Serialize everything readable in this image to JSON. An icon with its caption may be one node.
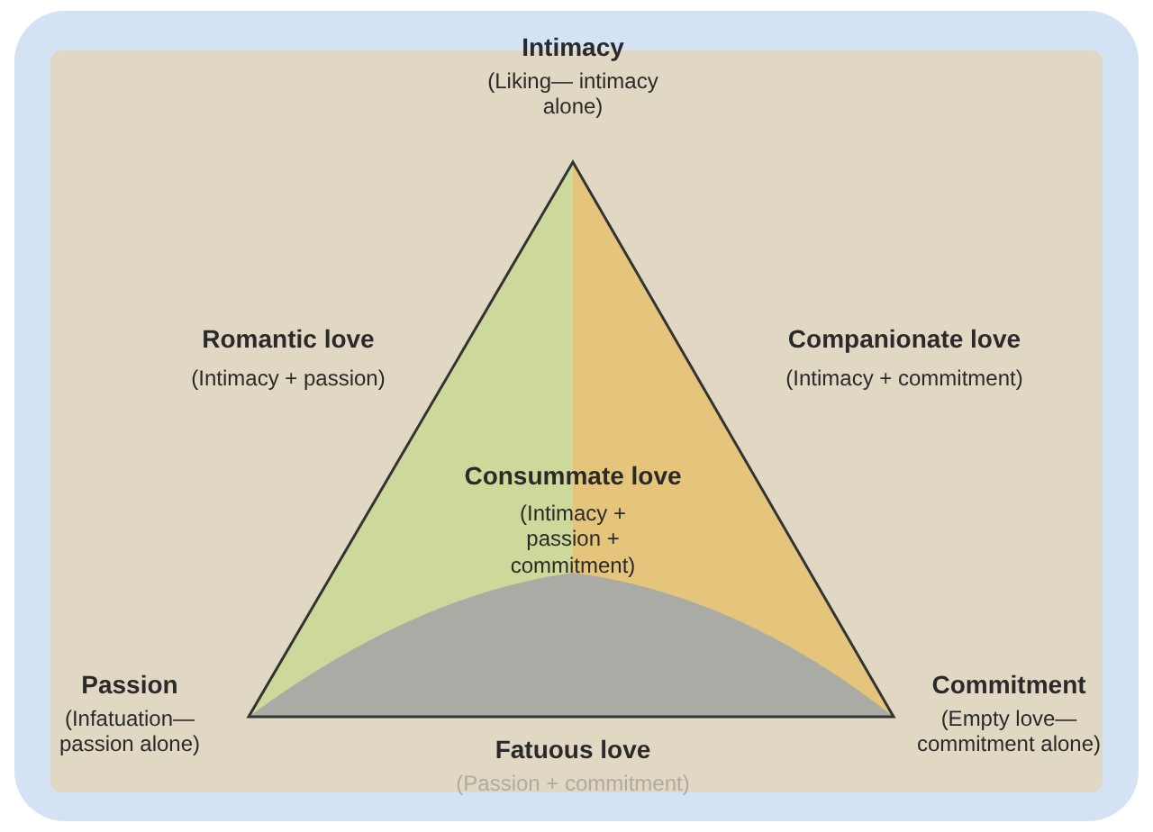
{
  "diagram": {
    "labels": [
      "Intimacy",
      "(Liking— intimacy alone)",
      "Romantic love",
      "(Intimacy + passion)",
      "Companionate love",
      "(Intimacy + commitment)",
      "Consummate love",
      "(Intimacy + passion + commitment)",
      "Passion",
      "(Infatuation— passion alone)",
      "Commitment",
      "(Empty love— commitment alone)",
      "Fatuous love",
      "(Passion + commitment)"
    ]
  }
}
